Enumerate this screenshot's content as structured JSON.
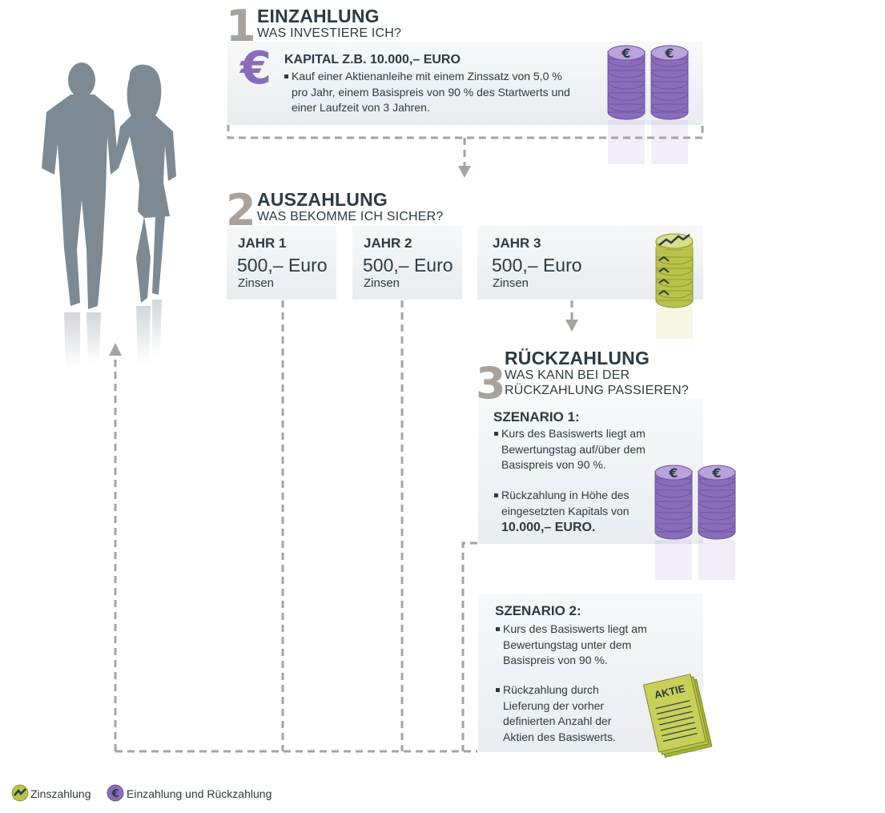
{
  "step1": {
    "number": "1",
    "title": "EINZAHLUNG",
    "subtitle": "WAS INVESTIERE ICH?",
    "symbol": "€",
    "capital_title": "KAPITAL Z.B. 10.000,– EURO",
    "bullet_lines": [
      "Kauf einer Aktienanleihe mit einem Zinssatz von 5,0 %",
      "pro Jahr, einem Basispreis von 90 % des Startwerts und",
      "einer Laufzeit von 3 Jahren."
    ]
  },
  "step2": {
    "number": "2",
    "title": "AUSZAHLUNG",
    "subtitle": "WAS BEKOMME ICH SICHER?",
    "years": [
      {
        "label": "JAHR 1",
        "amount": "500,– Euro",
        "unit": "Zinsen"
      },
      {
        "label": "JAHR 2",
        "amount": "500,– Euro",
        "unit": "Zinsen"
      },
      {
        "label": "JAHR 3",
        "amount": "500,– Euro",
        "unit": "Zinsen"
      }
    ]
  },
  "step3": {
    "number": "3",
    "title": "RÜCKZAHLUNG",
    "subtitle_lines": [
      "WAS KANN BEI DER",
      "RÜCKZAHLUNG PASSIEREN?"
    ],
    "scenario1": {
      "title": "SZENARIO 1:",
      "bullet1_lines": [
        "Kurs des Basiswerts liegt am",
        "Bewertungstag auf/über dem",
        "Basispreis von 90 %."
      ],
      "bullet2_lines": [
        "Rückzahlung in Höhe des",
        "eingesetzten Kapitals von"
      ],
      "bullet2_strong": "10.000,– EURO."
    },
    "scenario2": {
      "title": "SZENARIO 2:",
      "bullet1_lines": [
        "Kurs des Basiswerts liegt am",
        "Bewertungstag unter dem",
        "Basispreis von 90 %."
      ],
      "bullet2_lines": [
        "Rückzahlung durch",
        "Lieferung der vorher",
        "definierten Anzahl der",
        "Aktien des Basiswerts."
      ],
      "document_label": "AKTIE"
    }
  },
  "legend": {
    "interest_label": "Zinszahlung",
    "euro_label": "Einzahlung und Rückzahlung",
    "euro_symbol": "€"
  },
  "colors": {
    "text": "#2b3a44",
    "number_gray": "#a9a29c",
    "euro_purple": "#8a6cbb",
    "coin_purple_light": "#b9a3dc",
    "coin_green": "#b9c34a",
    "coin_green_light": "#d8de8a",
    "silhouette": "#7d8a93",
    "dashed_line": "#a7a39f",
    "panel_top": "#f7f8f9",
    "panel_bottom": "#e9edf0"
  },
  "icons": [
    "couple-silhouette",
    "euro-icon",
    "euro-coin-stack-icon",
    "interest-coin-stack-icon",
    "stock-document-icon",
    "arrow-down-icon",
    "arrow-up-icon"
  ]
}
